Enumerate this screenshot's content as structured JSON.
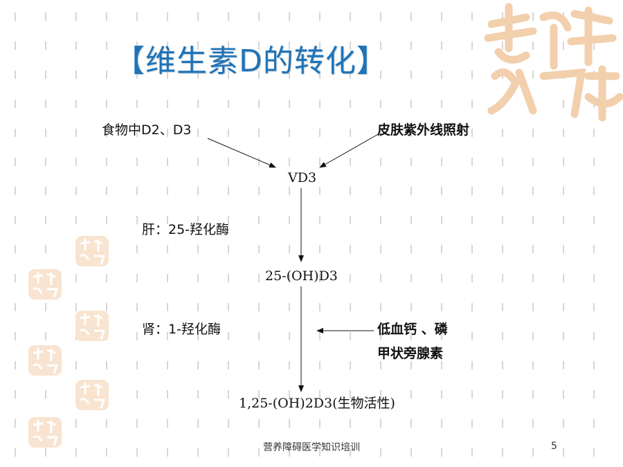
{
  "slide": {
    "title": "【维生素D的转化】",
    "footer": "营养障碍医学知识培训",
    "page_number": "5"
  },
  "diagram": {
    "nodes": {
      "food_source": "食物中D2、D3",
      "skin_source": "皮肤紫外线照射",
      "vd3": "VD3",
      "oh_d3": "25-(OH)D3",
      "active": "1,25-(OH)2D3(生物活性)"
    },
    "labels": {
      "liver": "肝：25-羟化酶",
      "kidney": "肾：1-羟化酶",
      "low_calcium": "低血钙 、磷",
      "pth": "甲状旁腺素"
    }
  },
  "colors": {
    "title": "#1f73b7",
    "seal": "#f2cfad",
    "dashes": "#d6d6d6"
  }
}
